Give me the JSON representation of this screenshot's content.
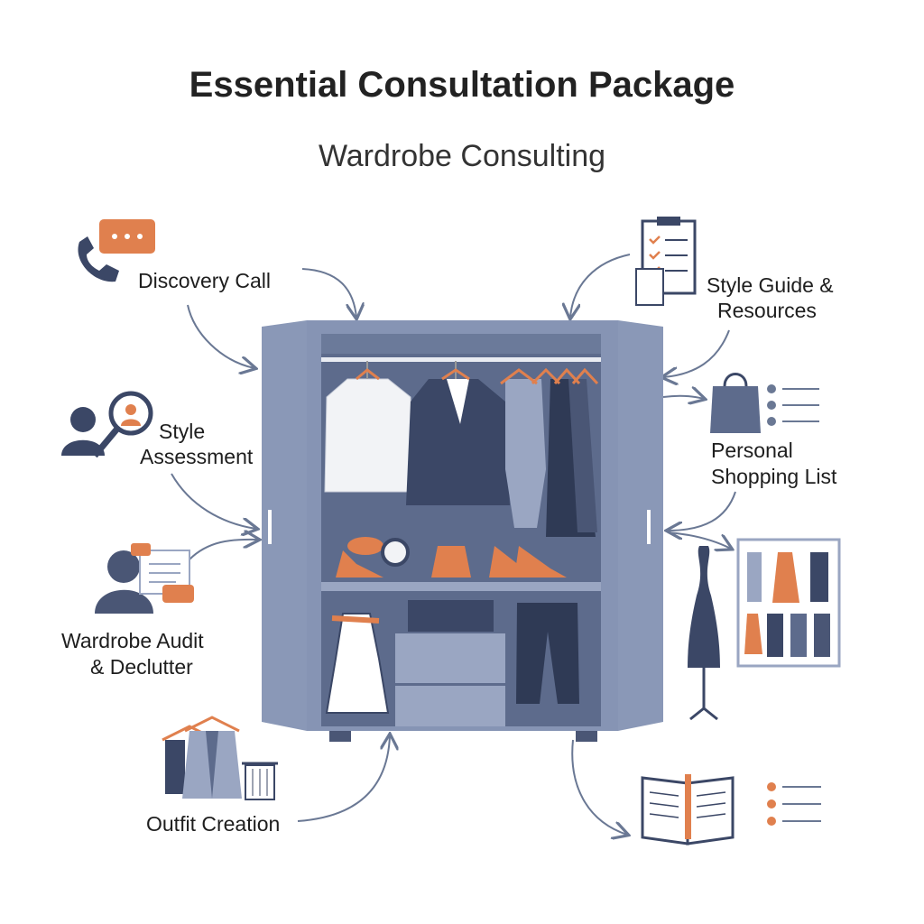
{
  "header": {
    "title": "Essential Consultation Package",
    "subtitle": "Wardrobe Consulting"
  },
  "steps": {
    "discovery_call": "Discovery Call",
    "style_assessment_1": "Style",
    "style_assessment_2": "Assessment",
    "wardrobe_audit_1": "Wardrobe Audit",
    "wardrobe_audit_2": "& Declutter",
    "outfit_creation": "Outfit Creation",
    "style_guide_1": "Style Guide &",
    "style_guide_2": "Resources",
    "shopping_list_1": "Personal",
    "shopping_list_2": "Shopping List"
  },
  "colors": {
    "wardrobe": "#8694b4",
    "interior": "#5d6b8c",
    "navy": "#3b4766",
    "orange": "#e0804e",
    "arrow": "#6a7894"
  }
}
